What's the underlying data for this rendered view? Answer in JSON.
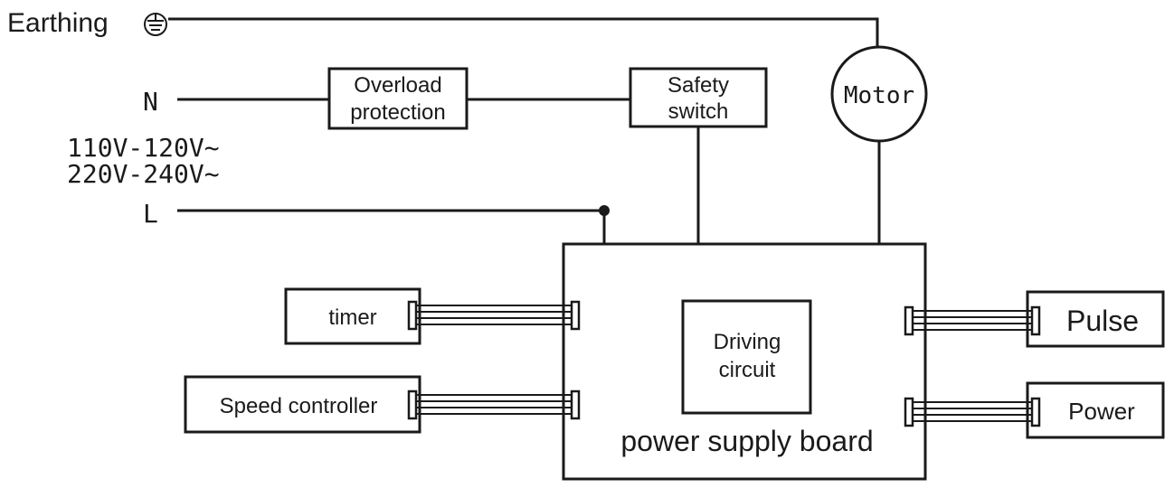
{
  "source_labels": {
    "earthing": "Earthing",
    "neutral": "N",
    "live": "L",
    "voltage_1": "110V-120V~",
    "voltage_2": "220V-240V~"
  },
  "components": {
    "overload_line1": "Overload",
    "overload_line2": "protection",
    "safety_line1": "Safety",
    "safety_line2": "switch",
    "motor": "Motor",
    "timer": "timer",
    "speed_controller": "Speed controller",
    "driving_line1": "Driving",
    "driving_line2": "circuit",
    "board": "power supply board",
    "pulse": "Pulse",
    "power": "Power"
  },
  "icons": {
    "earth": "earth-ground-symbol"
  },
  "colors": {
    "line": "#1a1a1a",
    "background": "#ffffff"
  }
}
